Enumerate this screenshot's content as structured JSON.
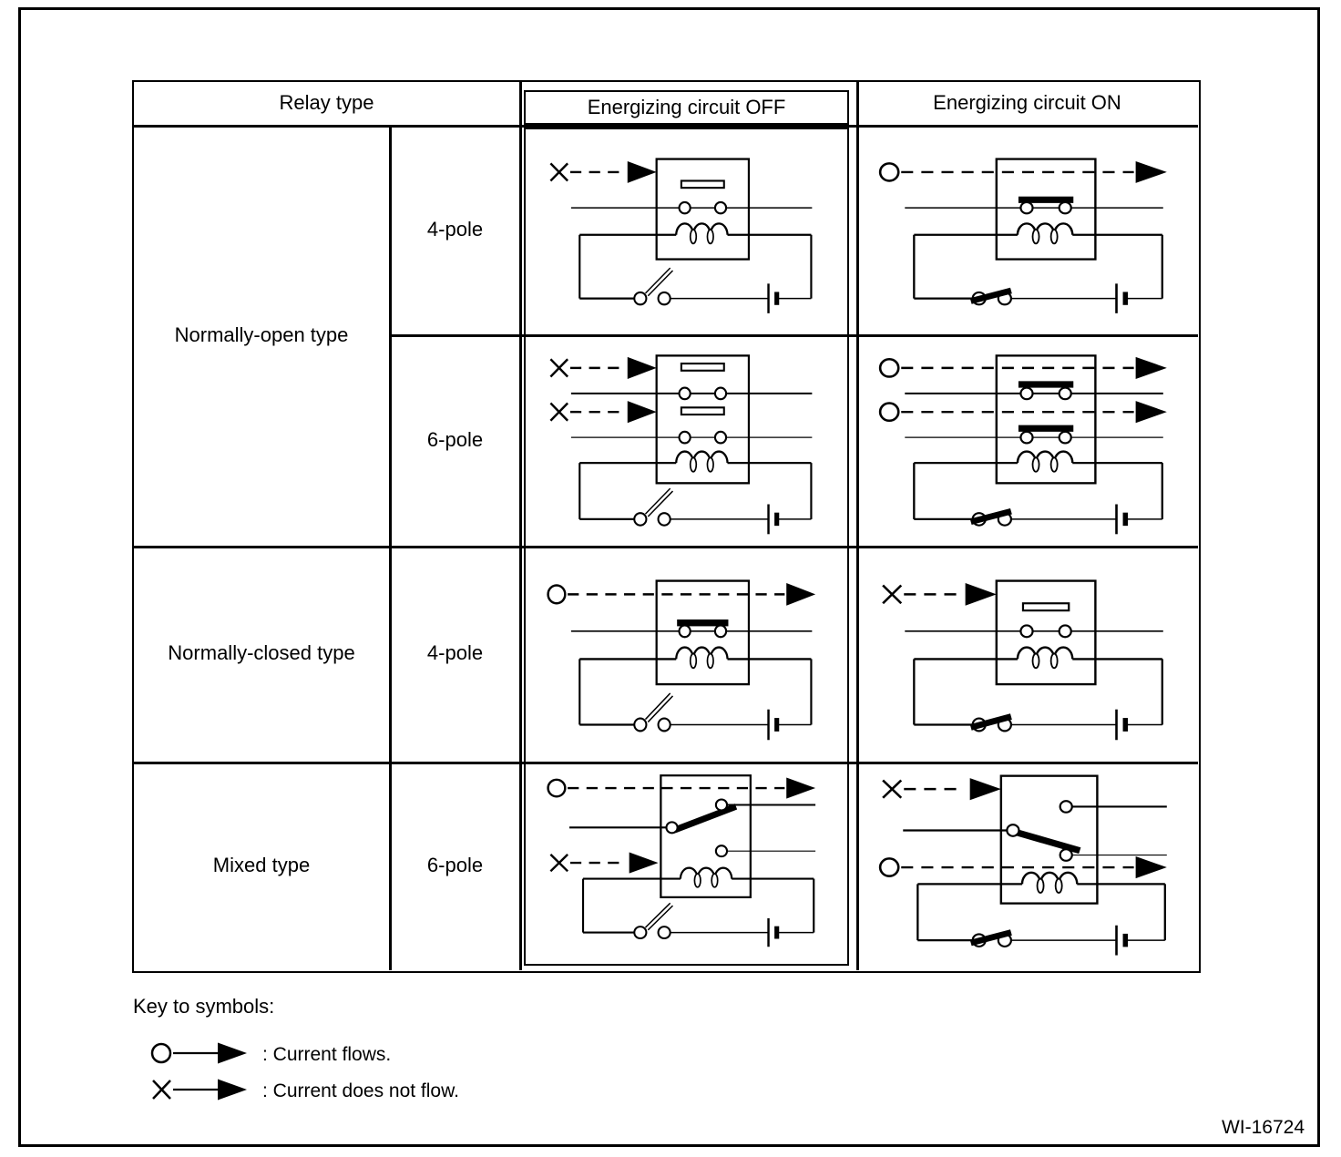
{
  "figure": {
    "id": "WI-16724"
  },
  "colors": {
    "ink": "#000000",
    "paper": "#ffffff"
  },
  "table": {
    "header": {
      "relay_type": "Relay type",
      "energizing_off": "Energizing circuit OFF",
      "energizing_on": "Energizing circuit ON"
    },
    "rows": [
      {
        "relay_type": "Normally-open type",
        "relay_type_rowspan": 2,
        "pole": "4-pole",
        "circuit": "normally_open_4pole"
      },
      {
        "pole": "6-pole",
        "circuit": "normally_open_6pole"
      },
      {
        "relay_type": "Normally-closed type",
        "relay_type_rowspan": 1,
        "pole": "4-pole",
        "circuit": "normally_closed_4pole"
      },
      {
        "relay_type": "Mixed type",
        "relay_type_rowspan": 1,
        "pole": "6-pole",
        "circuit": "mixed_6pole"
      }
    ]
  },
  "key": {
    "title": "Key to symbols:",
    "items": [
      {
        "symbol": "circle-arrow",
        "label": ": Current flows."
      },
      {
        "symbol": "x-arrow",
        "label": ": Current does not flow."
      }
    ]
  },
  "circuits": {
    "normally_open_4pole": {
      "off": {
        "layout": "standard1",
        "poles": [
          {
            "contact": "open",
            "current": "blocked"
          }
        ],
        "control_switch": "open"
      },
      "on": {
        "layout": "standard1",
        "poles": [
          {
            "contact": "closed",
            "current": "flows"
          }
        ],
        "control_switch": "closed"
      }
    },
    "normally_open_6pole": {
      "off": {
        "layout": "standard2",
        "poles": [
          {
            "contact": "open",
            "current": "blocked"
          },
          {
            "contact": "open",
            "current": "blocked"
          }
        ],
        "control_switch": "open"
      },
      "on": {
        "layout": "standard2",
        "poles": [
          {
            "contact": "closed",
            "current": "flows"
          },
          {
            "contact": "closed",
            "current": "flows"
          }
        ],
        "control_switch": "closed"
      }
    },
    "normally_closed_4pole": {
      "off": {
        "layout": "standard1",
        "poles": [
          {
            "contact": "closed",
            "current": "flows"
          }
        ],
        "control_switch": "open"
      },
      "on": {
        "layout": "standard1",
        "poles": [
          {
            "contact": "open",
            "current": "blocked"
          }
        ],
        "control_switch": "closed"
      }
    },
    "mixed_6pole": {
      "off": {
        "layout": "mixed",
        "lever": "up",
        "top_current": "flows",
        "bottom_current": "blocked",
        "control_switch": "open"
      },
      "on": {
        "layout": "mixed",
        "lever": "down",
        "top_current": "blocked",
        "bottom_current": "flows",
        "control_switch": "closed"
      }
    }
  }
}
